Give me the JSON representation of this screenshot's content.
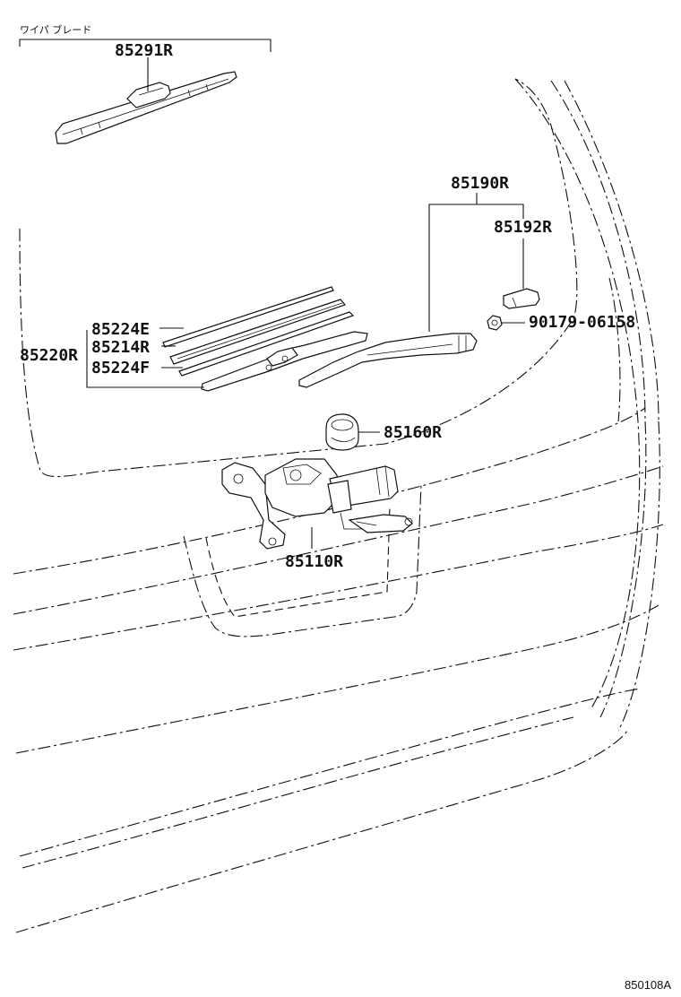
{
  "group_label": "ワイパ ブレード",
  "parts": {
    "blade": "85291R",
    "arm_assy": "85190R",
    "cap": "85192R",
    "nut": "90179-06158",
    "blade_set": "85220R",
    "rubber_e": "85224E",
    "backing": "85214R",
    "rubber_f": "85224F",
    "grommet": "85160R",
    "motor": "85110R"
  },
  "illustration_code": "850108A"
}
